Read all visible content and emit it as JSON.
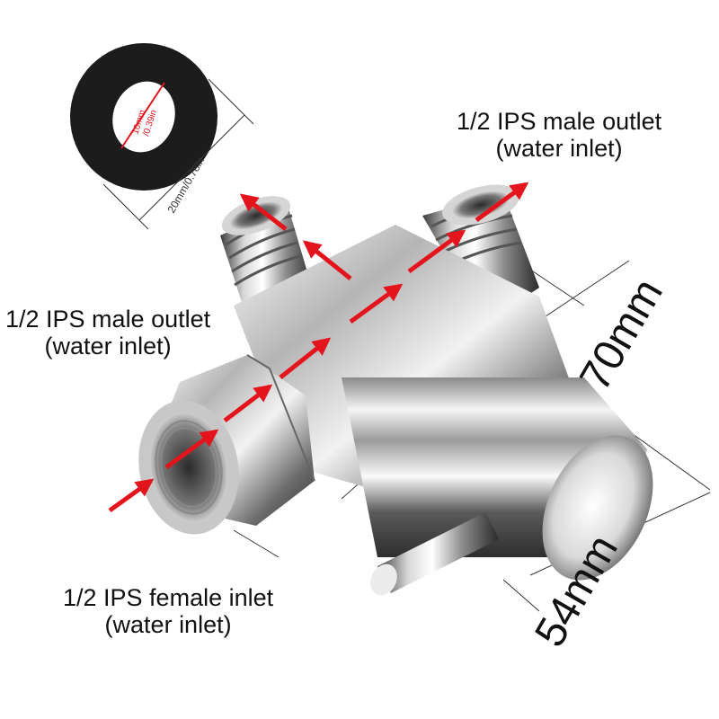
{
  "labels": {
    "top_right": {
      "line1": "1/2 IPS male outlet",
      "line2": "(water inlet)"
    },
    "left": {
      "line1": "1/2 IPS male outlet",
      "line2": "(water inlet)"
    },
    "bottom": {
      "line1": "1/2 IPS female inlet",
      "line2": "(water inlet)"
    }
  },
  "dimensions": {
    "height": "70mm",
    "width": "54mm"
  },
  "washer": {
    "inner_line1": "10mm",
    "inner_line2": "/0.39in",
    "outer": "20mm/0.78in"
  },
  "colors": {
    "arrow": "#e3141c",
    "washer": "#1c1c1c",
    "chrome_light": "#f4f4f4",
    "chrome_dark": "#3a3a3a"
  }
}
